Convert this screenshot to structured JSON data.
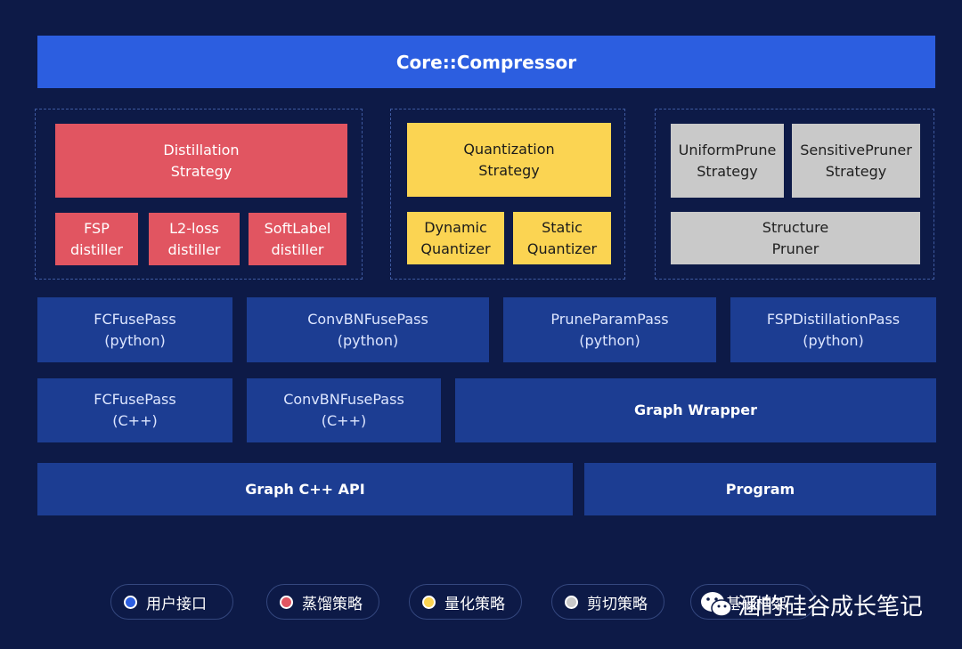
{
  "title": "Core::Compressor",
  "distillation": {
    "strategy": [
      "Distillation",
      "Strategy"
    ],
    "fsp": [
      "FSP",
      "distiller"
    ],
    "l2": [
      "L2-loss",
      "distiller"
    ],
    "softlabel": [
      "SoftLabel",
      "distiller"
    ]
  },
  "quantization": {
    "strategy": [
      "Quantization",
      "Strategy"
    ],
    "dynamic": [
      "Dynamic",
      "Quantizer"
    ],
    "static": [
      "Static",
      "Quantizer"
    ]
  },
  "pruning": {
    "uniform": [
      "UniformPrune",
      "Strategy"
    ],
    "sensitive": [
      "SensitivePruner",
      "Strategy"
    ],
    "structure": [
      "Structure",
      "Pruner"
    ]
  },
  "python_passes": {
    "fcfuse": [
      "FCFusePass",
      "(python)"
    ],
    "convbn": [
      "ConvBNFusePass",
      "(python)"
    ],
    "pruneparam": [
      "PruneParamPass",
      "(python)"
    ],
    "fspdistill": [
      "FSPDistillationPass",
      "(python)"
    ]
  },
  "cpp_passes": {
    "fcfuse": [
      "FCFusePass",
      "(C++)"
    ],
    "convbn": [
      "ConvBNFusePass",
      "(C++)"
    ],
    "graph_wrapper": "Graph Wrapper"
  },
  "base": {
    "graph_api": "Graph C++ API",
    "program": "Program"
  },
  "legend": [
    {
      "label": "用户接口",
      "color": "#2c5ee0"
    },
    {
      "label": "蒸馏策略",
      "color": "#e15561"
    },
    {
      "label": "量化策略",
      "color": "#fbd452"
    },
    {
      "label": "剪切策略",
      "color": "#c9c9c9"
    },
    {
      "label": "基础框架",
      "color": "#1c3d92"
    }
  ],
  "watermark": "硅谷成长笔记",
  "watermark_prefix": "涵的"
}
